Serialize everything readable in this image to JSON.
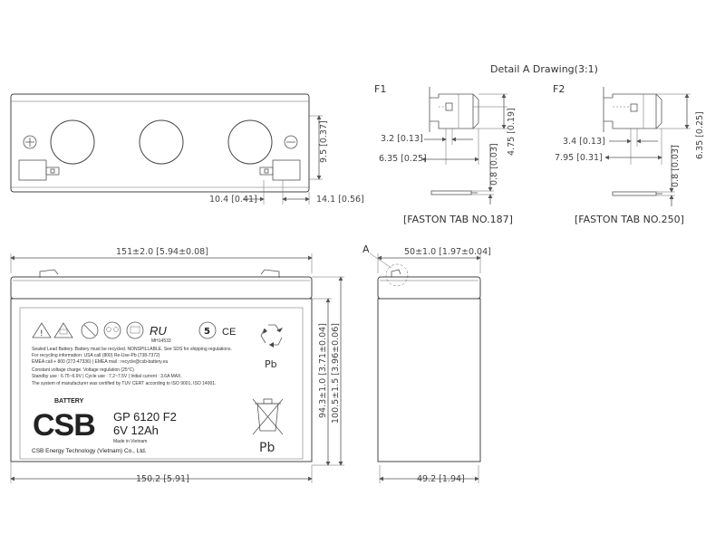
{
  "detail_title": "Detail A Drawing(3:1)",
  "f1": {
    "label": "F1",
    "dim_a": "3.2 [0.13]",
    "dim_b": "6.35 [0.25]",
    "dim_c": "0.8 [0.03]",
    "dim_d": "4.75 [0.19]",
    "caption": "[FASTON TAB NO.187]"
  },
  "f2": {
    "label": "F2",
    "dim_a": "3.4 [0.13]",
    "dim_b": "7.95 [0.31]",
    "dim_c": "0.8 [0.03]",
    "dim_d": "6.35 [0.25]",
    "caption": "[FASTON TAB NO.250]"
  },
  "top_view": {
    "dim_height": "9.5 [0.37]",
    "dim_left": "10.4 [0.41]",
    "dim_right": "14.1 [0.56]"
  },
  "front_view": {
    "dim_top_width": "151±2.0  [5.94±0.08]",
    "dim_bottom_width": "150.2  [5.91]",
    "dim_inner_height": "94.3±1.0  [3.71±0.04]",
    "dim_total_height": "100.5±1.5  [3.96±0.06]"
  },
  "side_view": {
    "marker": "A",
    "dim_top_width": "50±1.0  [1.97±0.04]",
    "dim_bottom_width": "49.2  [1.94]"
  },
  "label": {
    "cert_code": "MH14533",
    "cert_ul": "RU",
    "cert_ce": "CE",
    "cert_num": "5",
    "pb_top": "Pb",
    "pb_bottom": "Pb",
    "text_lines": [
      "Sealed Lead Battery. Battery must be recycled. NONSPILLABLE. See SDS for shipping regulations.",
      "For recycling information: USA call (800) Re-Use-Pb (738-7372)",
      "EMEA call + 800 (272-47336)  |  EMEA mail : recycle@csb-battery.eu",
      "Constant voltage charge. Voltage regulation (25°C)",
      "Standby use : 6.75~6.9V  |  Cycle use : 7.2~7.5V  |  Initial current : 3.6A MAX.",
      "The system of manufacturer was certified by TUV CERT according to ISO 9001, ISO 14001."
    ],
    "brand_small": "BATTERY",
    "brand": "CSB",
    "model": "GP 6120 F2",
    "rating": "6V 12Ah",
    "origin": "Made in Vietnam",
    "company": "CSB Energy Technology (Vietnam) Co., Ltd."
  }
}
